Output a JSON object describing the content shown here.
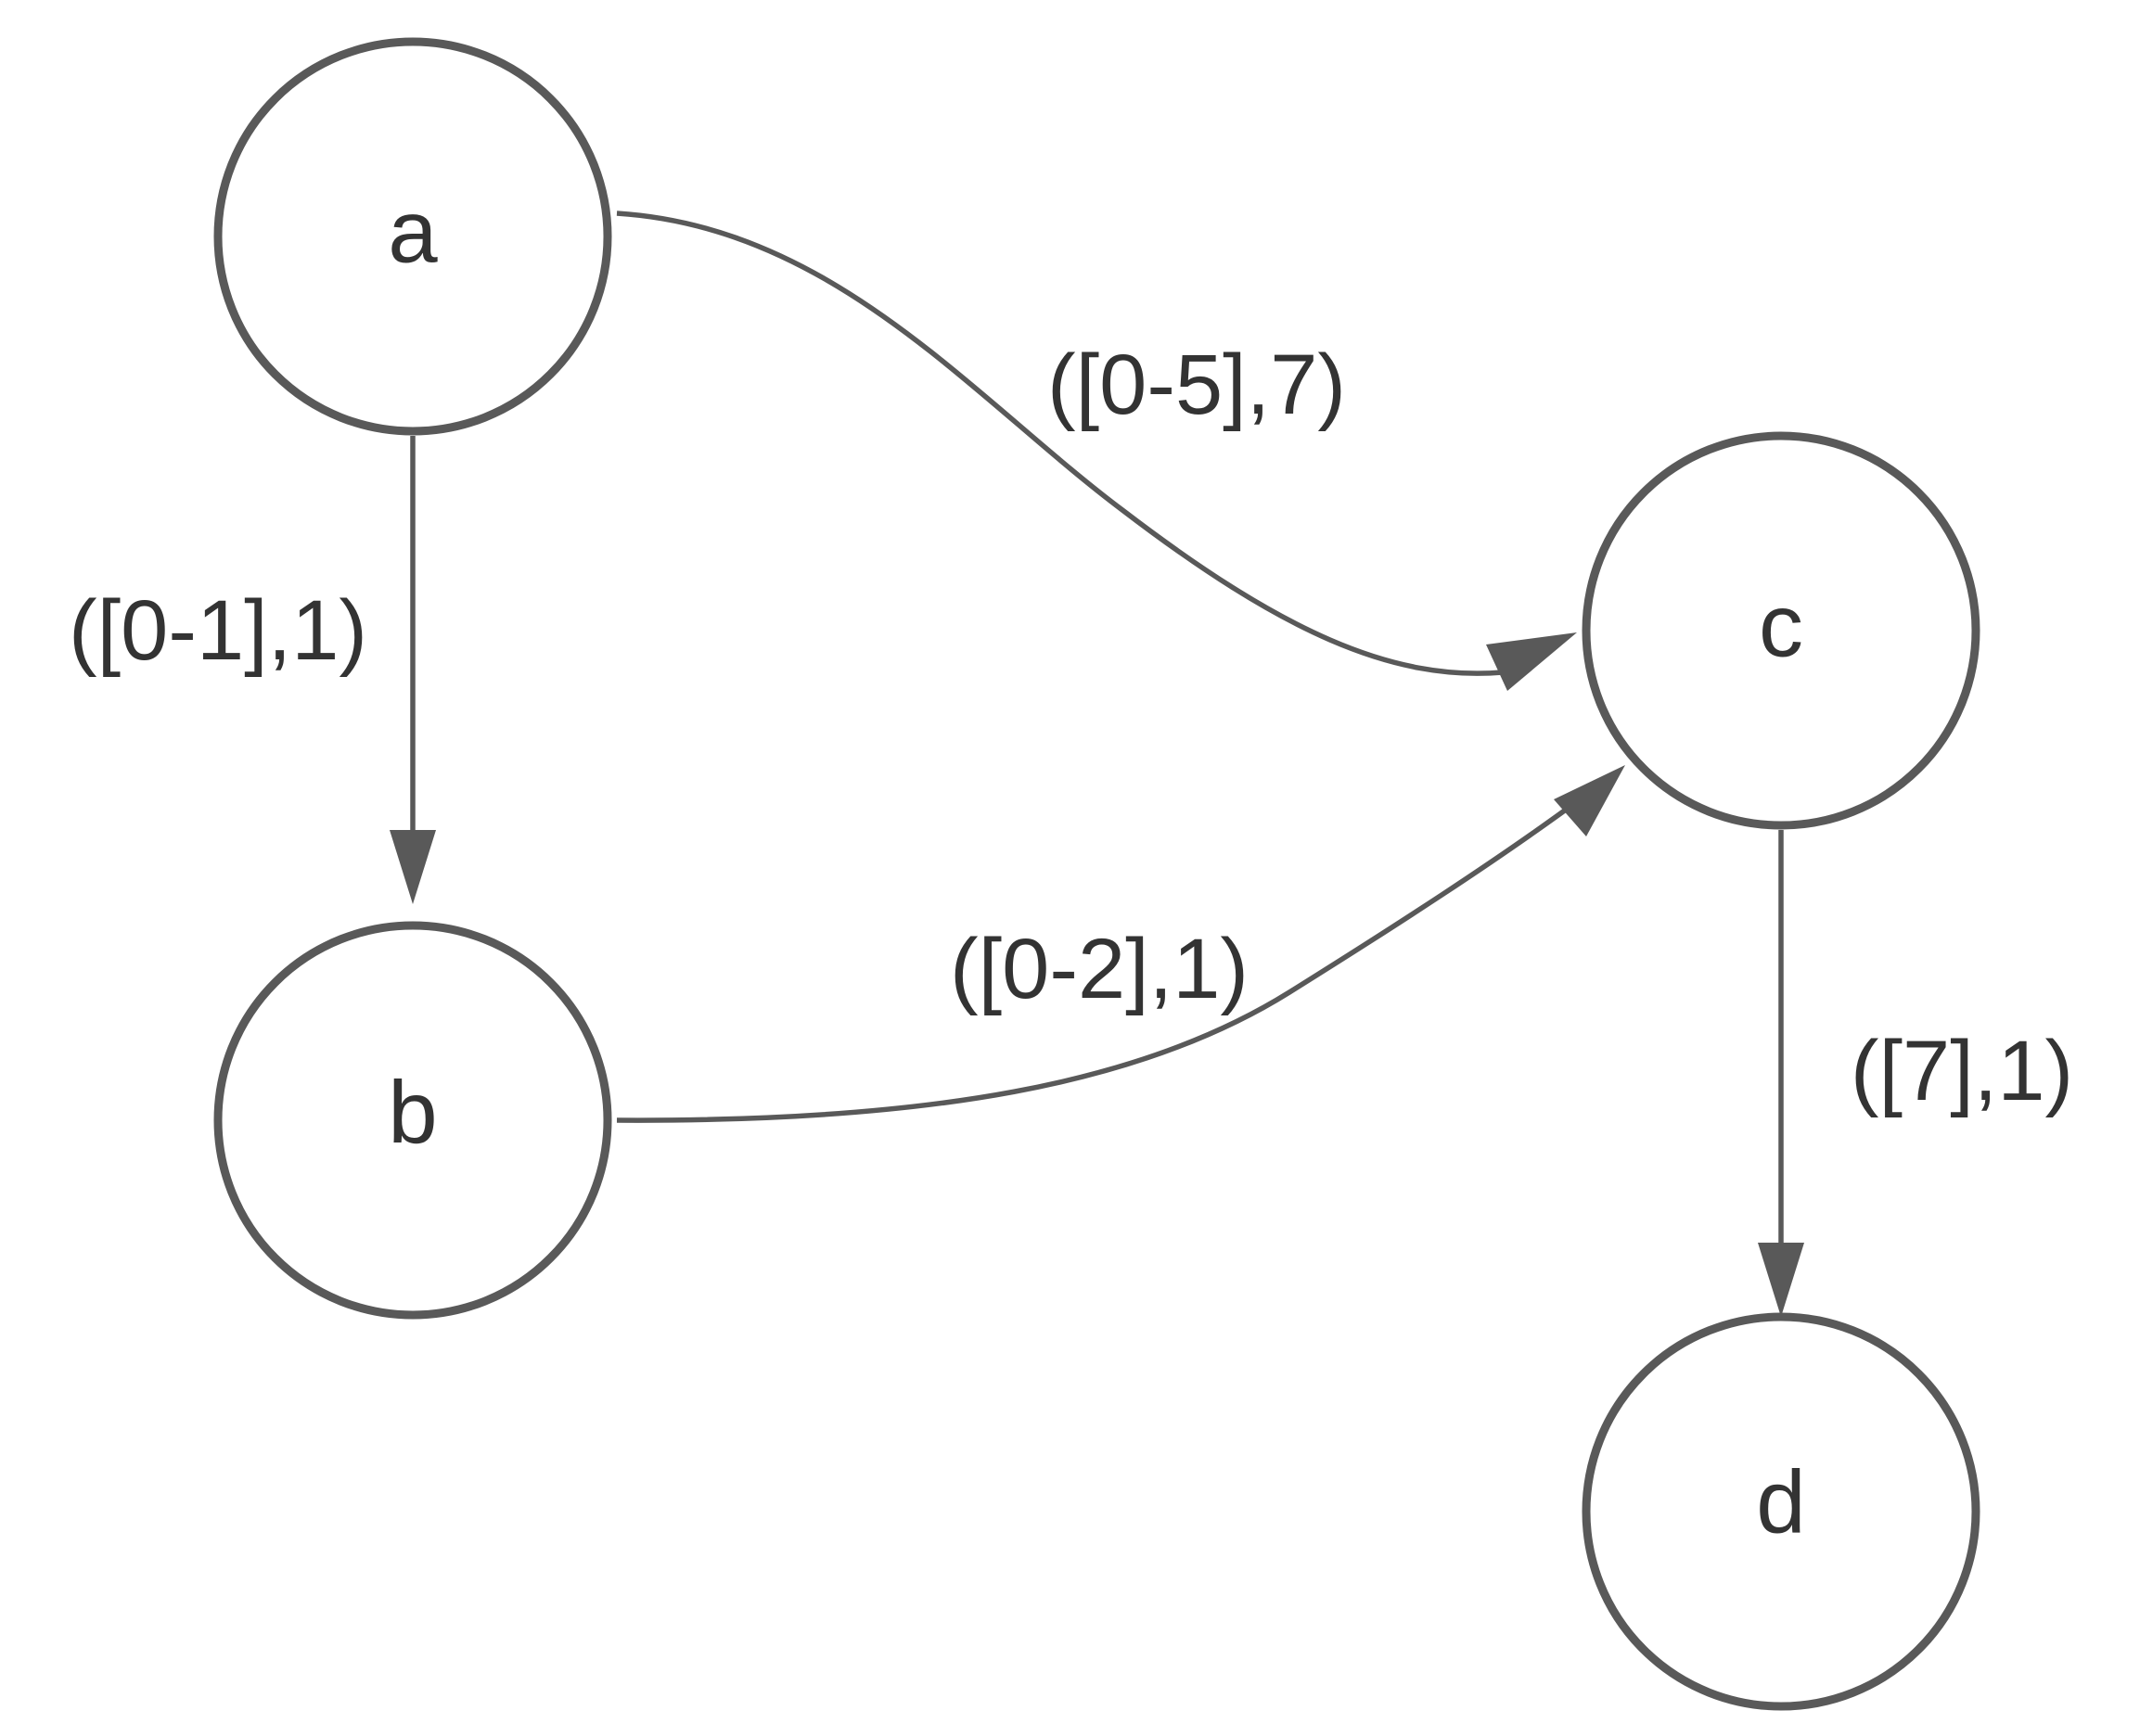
{
  "graph": {
    "nodes": [
      {
        "id": "a",
        "label": "a"
      },
      {
        "id": "b",
        "label": "b"
      },
      {
        "id": "c",
        "label": "c"
      },
      {
        "id": "d",
        "label": "d"
      }
    ],
    "edges": [
      {
        "from": "a",
        "to": "b",
        "label": "([0-1],1)"
      },
      {
        "from": "a",
        "to": "c",
        "label": "([0-5],7)"
      },
      {
        "from": "b",
        "to": "c",
        "label": "([0-2],1)"
      },
      {
        "from": "c",
        "to": "d",
        "label": "([7],1)"
      }
    ],
    "colors": {
      "stroke": "#595959",
      "text": "#333333",
      "background": "#ffffff"
    }
  }
}
